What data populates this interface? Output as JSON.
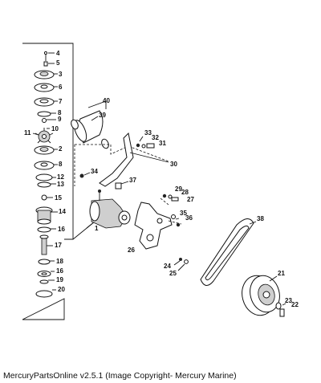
{
  "caption": "MercuryPartsOnline v2.5.1 (Image Copyright- Mercury Marine)",
  "part_labels": {
    "p1": "1",
    "p2": "2",
    "p3": "3",
    "p4": "4",
    "p5": "5",
    "p6": "6",
    "p7": "7",
    "p8": "8",
    "p9": "9",
    "p10": "10",
    "p11": "11",
    "p12": "12",
    "p13": "13",
    "p14": "14",
    "p15": "15",
    "p16": "16",
    "p17": "17",
    "p18": "18",
    "p19": "19",
    "p20": "20",
    "p21": "21",
    "p22": "22",
    "p23": "23",
    "p24": "24",
    "p25": "25",
    "p26": "26",
    "p27": "27",
    "p28": "28",
    "p29": "29",
    "p30": "30",
    "p31": "31",
    "p32": "32",
    "p33": "33",
    "p34": "34",
    "p35": "35",
    "p36": "36",
    "p37": "37",
    "p38": "38",
    "p39": "39",
    "p40": "40"
  }
}
